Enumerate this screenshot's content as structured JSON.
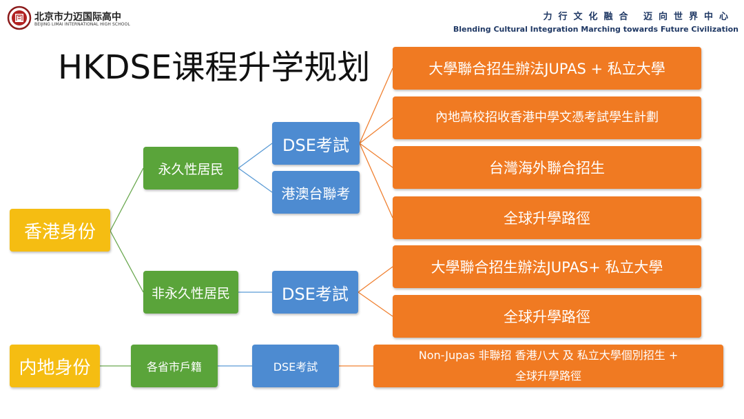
{
  "header": {
    "school_name": "北京市力迈国际高中",
    "school_name_en": "BEIJING LIMAI INTERNATIONAL HIGH SCHOOL",
    "slogan_cn": "力行文化融合  迈向世界中心",
    "slogan_en": "Blending Cultural Integration  Marching towards Future Civilization",
    "logo_icon": "school-crest-icon"
  },
  "title": "HKDSE课程升学规划",
  "colors": {
    "identity": "#f5bd12",
    "residency": "#5aa43a",
    "exam": "#4d8bd1",
    "pathway": "#f07a22"
  },
  "diagram": {
    "hk_identity": "香港身份",
    "mainland_identity": "内地身份",
    "permanent_resident": "永久性居民",
    "non_permanent_resident": "非永久性居民",
    "household_register": "各省市戶籍",
    "dse_exam_1": "DSE考試",
    "joint_exam": "港澳台聯考",
    "dse_exam_2": "DSE考試",
    "dse_exam_3": "DSE考試",
    "pathways_permanent": [
      "大學聯合招生辦法JUPAS + 私立大學",
      "內地高校招收香港中學文憑考試學生計劃",
      "台灣海外聯合招生",
      "全球升學路徑"
    ],
    "pathways_non_permanent": [
      "大學聯合招生辦法JUPAS+ 私立大學",
      "全球升學路徑"
    ],
    "pathway_mainland_line1": "Non-Jupas 非聯招 香港八大 及 私立大學個別招生 +",
    "pathway_mainland_line2": "全球升學路徑"
  }
}
